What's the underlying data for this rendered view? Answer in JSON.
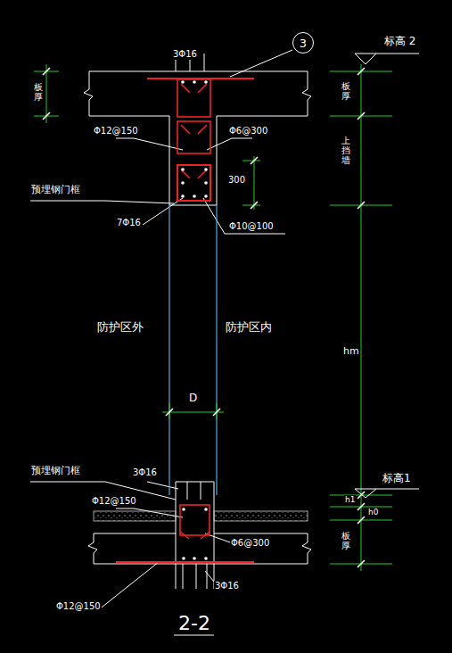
{
  "diagram": {
    "caption": "2-2",
    "nodes": [
      {
        "text": [
          "3"
        ]
      }
    ],
    "labels": [
      "3Φ16",
      "标高 2",
      "板厚",
      "板厚",
      "上挡墙",
      "Φ12@150",
      "Φ6@300",
      "预埋钢门框",
      "300",
      "7Φ16",
      "Φ10@100",
      "防护区外",
      "防护区内",
      "hm",
      "D",
      "预埋钢门框",
      "3Φ16",
      "标高1",
      "Φ12@150",
      "h1",
      "h0",
      "Φ6@300",
      "板厚",
      "Φ12@150",
      "3Φ16"
    ]
  }
}
